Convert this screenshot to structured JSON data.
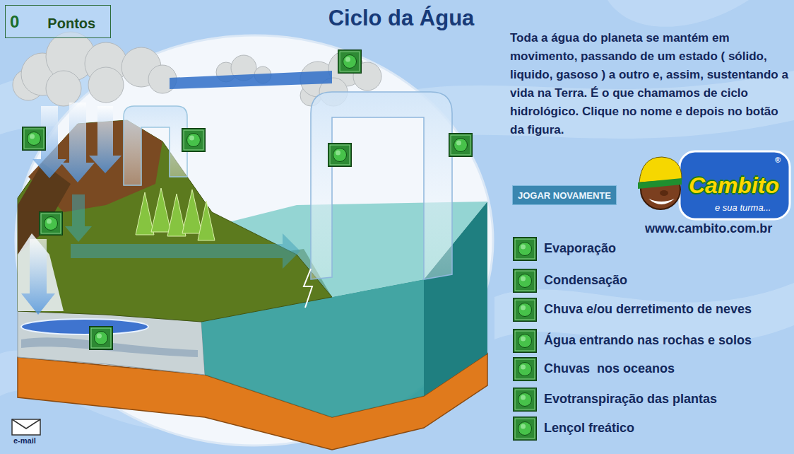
{
  "diagram": {
    "title": "Ciclo da Água",
    "nodes": [
      {
        "text": [
          "0",
          "Pontos"
        ]
      },
      {
        "text": [
          "JOGAR NOVAMENTE"
        ]
      }
    ],
    "labels": [
      "Toda a água do planeta se mantém em movimento, passando de um estado ( sólido, liquido, gasoso ) a outro e, assim, sustentando a vida na Terra. É o que chamamos de ciclo hidrológico. Clique no nome e depois no botão da figura.",
      "Cambito",
      "®",
      "e sua turma...",
      "www.cambito.com.br",
      "Evaporação",
      "Condensação",
      "Chuva e/ou derretimento de neves",
      "Água entrando nas rochas e solos",
      "Chuvas  nos oceanos",
      "Evotranspiração das plantas",
      "Lençol freático",
      "e-mail"
    ]
  }
}
